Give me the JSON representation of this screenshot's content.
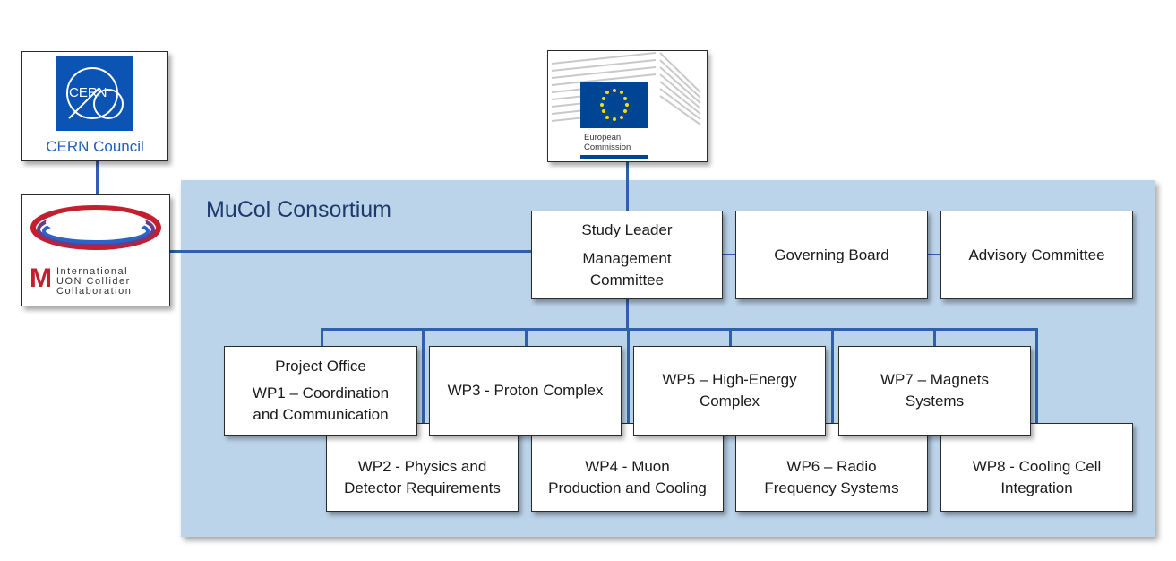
{
  "consortium": {
    "title": "MuCol Consortium"
  },
  "cern": {
    "logo_text": "CERN",
    "label": "CERN Council"
  },
  "ec": {
    "caption_line1": "European",
    "caption_line2": "Commission"
  },
  "imcc": {
    "line1": "International",
    "line2": "UON Collider",
    "line3": "Collaboration",
    "initial": "M"
  },
  "nodes": {
    "study_leader": {
      "line1": "Study Leader",
      "line2": "Management",
      "line3": "Committee"
    },
    "governing_board": {
      "label": "Governing Board"
    },
    "advisory_committee": {
      "label": "Advisory Committee"
    },
    "wp1": {
      "line1": "Project Office",
      "line2": "WP1 – Coordination",
      "line3": "and Communication"
    },
    "wp2": {
      "line1": "WP2 - Physics and",
      "line2": "Detector Requirements"
    },
    "wp3": {
      "label": "WP3 - Proton Complex"
    },
    "wp4": {
      "line1": "WP4 - Muon",
      "line2": "Production and Cooling"
    },
    "wp5": {
      "line1": "WP5 – High-Energy",
      "line2": "Complex"
    },
    "wp6": {
      "line1": "WP6 – Radio",
      "line2": "Frequency Systems"
    },
    "wp7": {
      "line1": "WP7 – Magnets",
      "line2": "Systems"
    },
    "wp8": {
      "line1": "WP8 - Cooling Cell",
      "line2": "Integration"
    }
  },
  "colors": {
    "connector": "#2f5fae",
    "consortium_bg": "#bcd4ea",
    "cern_blue": "#0b54b3",
    "eu_blue": "#004494",
    "eu_star": "#ffdd00"
  }
}
